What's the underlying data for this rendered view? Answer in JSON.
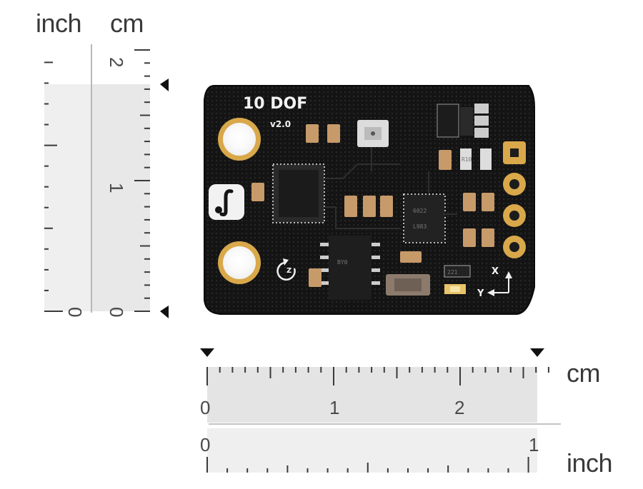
{
  "vertical_ruler": {
    "unit_labels": {
      "left": "inch",
      "right": "cm"
    },
    "cm_numbers": {
      "top": "2",
      "middle": "1",
      "bottom": "0"
    },
    "inch_numbers": {
      "bottom": "0"
    }
  },
  "horizontal_ruler": {
    "unit_labels": {
      "cm": "cm",
      "inch": "inch"
    },
    "cm_numbers": [
      "0",
      "1",
      "2"
    ],
    "inch_numbers": [
      "0",
      "1"
    ]
  },
  "board": {
    "title": "10 DOF",
    "version": "v2.0",
    "axis_labels": {
      "x": "X",
      "y": "Y",
      "z": "Z"
    },
    "chip_marks": {
      "ic_center": "L983",
      "ic_center_2": "6022",
      "soic": "BY0",
      "resistor": "221",
      "resistor_b": "R10"
    }
  },
  "colors": {
    "pcb": "#141414",
    "pad_gold": "#d9a84a",
    "ruler_shade": "#e6e6e6",
    "tick": "#3a3a3a"
  }
}
